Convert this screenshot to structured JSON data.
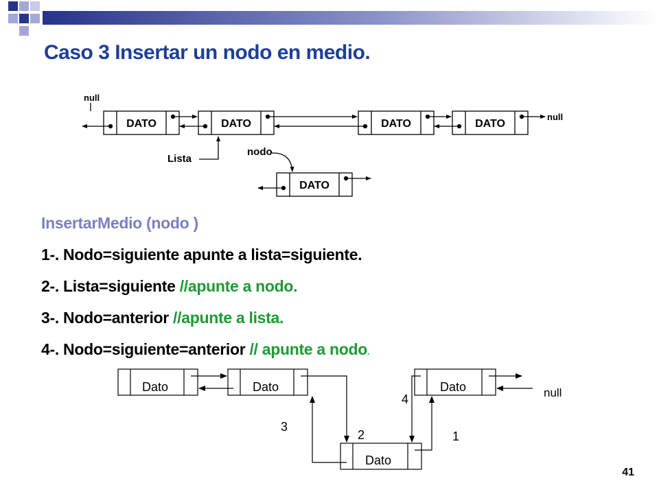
{
  "slide": {
    "title": "Caso 3 Insertar un nodo en  medio.",
    "page_number": "41"
  },
  "top_diagram": {
    "null_left": "null",
    "null_right": "null",
    "node_text": "DATO",
    "lista_label": "Lista",
    "nodo_label": "nodo"
  },
  "steps": {
    "heading": "InsertarMedio (nodo )",
    "s1_code": "1-. Nodo=siguiente apunte a lista=siguiente.",
    "s2_code": "2-. Lista=siguiente ",
    "s2_comment": "//apunte a nodo.",
    "s3_code": "3-. Nodo=anterior  ",
    "s3_comment": "//apunte a lista.",
    "s4_code": "4-. Nodo=siguiente=anterior ",
    "s4_comment": "// apunte a nodo",
    "s4_end": "."
  },
  "bottom_diagram": {
    "node_text": "Dato",
    "null_label": "null",
    "step_1": "1",
    "step_2": "2",
    "step_3": "3",
    "step_4": "4"
  },
  "colors": {
    "title": "#1f3f95",
    "heading": "#7b7fc0",
    "comment": "#1e9a32",
    "deco_dark": "#27348b",
    "deco_light": "#a3a9d6"
  }
}
